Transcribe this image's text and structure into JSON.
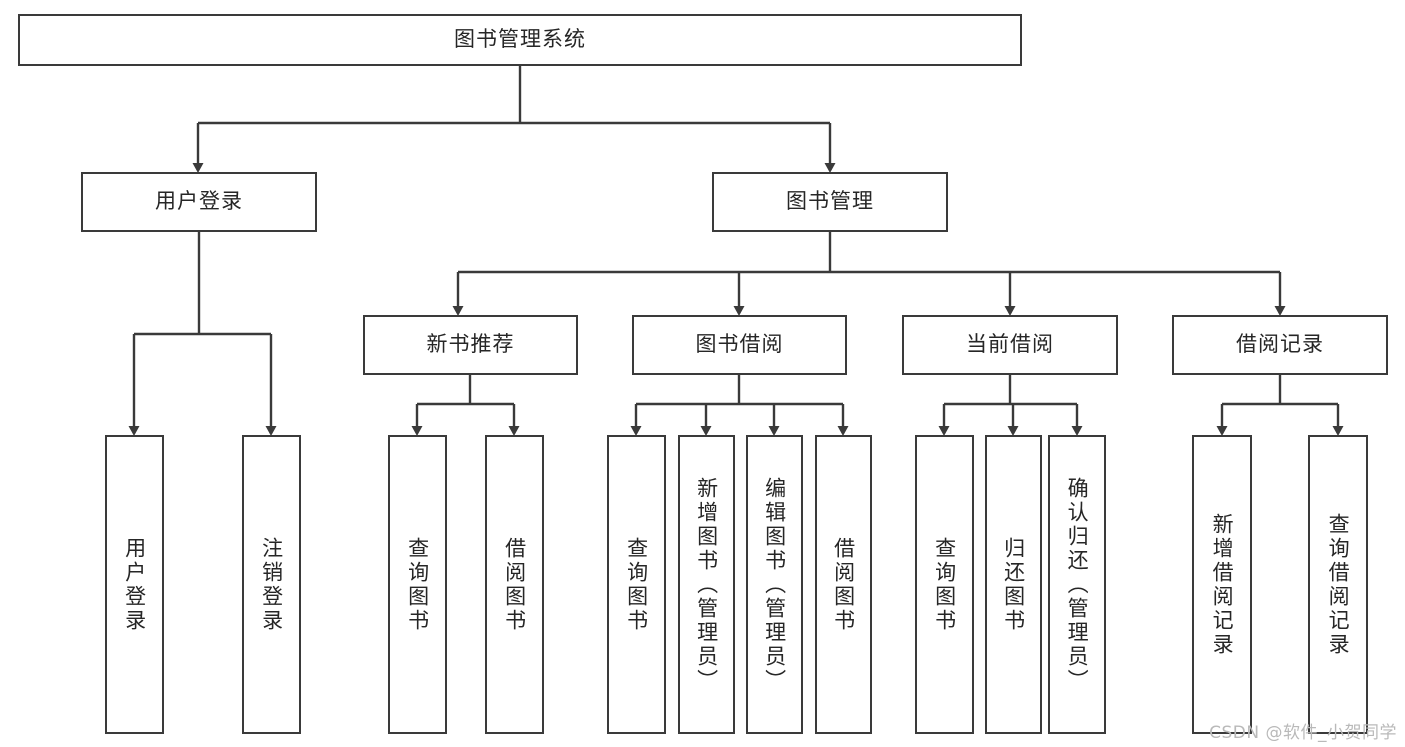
{
  "diagram": {
    "title": "图书管理系统",
    "type": "tree",
    "colors": {
      "stroke": "#3a3a3a",
      "text": "#262626",
      "background": "#ffffff",
      "watermark": "#b9b9b9"
    },
    "watermark": "CSDN @软件_小贺同学",
    "levels": {
      "root": {
        "label": "图书管理系统"
      },
      "level2": [
        {
          "label": "用户登录"
        },
        {
          "label": "图书管理"
        }
      ],
      "level3": [
        {
          "label": "新书推荐"
        },
        {
          "label": "图书借阅"
        },
        {
          "label": "当前借阅"
        },
        {
          "label": "借阅记录"
        }
      ],
      "leaves": [
        {
          "label": "用户登录"
        },
        {
          "label": "注销登录"
        },
        {
          "label": "查询图书"
        },
        {
          "label": "借阅图书"
        },
        {
          "label": "查询图书"
        },
        {
          "label": "新增图书（管理员）"
        },
        {
          "label": "编辑图书（管理员）"
        },
        {
          "label": "借阅图书"
        },
        {
          "label": "查询图书"
        },
        {
          "label": "归还图书"
        },
        {
          "label": "确认归还（管理员）"
        },
        {
          "label": "新增借阅记录"
        },
        {
          "label": "查询借阅记录"
        }
      ]
    },
    "edges": {
      "root_children": [
        "用户登录",
        "图书管理"
      ],
      "用户登录_children": [
        "用户登录",
        "注销登录"
      ],
      "图书管理_children": [
        "新书推荐",
        "图书借阅",
        "当前借阅",
        "借阅记录"
      ],
      "新书推荐_children": [
        "查询图书",
        "借阅图书"
      ],
      "图书借阅_children": [
        "查询图书",
        "新增图书（管理员）",
        "编辑图书（管理员）",
        "借阅图书"
      ],
      "当前借阅_children": [
        "查询图书",
        "归还图书",
        "确认归还（管理员）"
      ],
      "借阅记录_children": [
        "新增借阅记录",
        "查询借阅记录"
      ]
    }
  }
}
